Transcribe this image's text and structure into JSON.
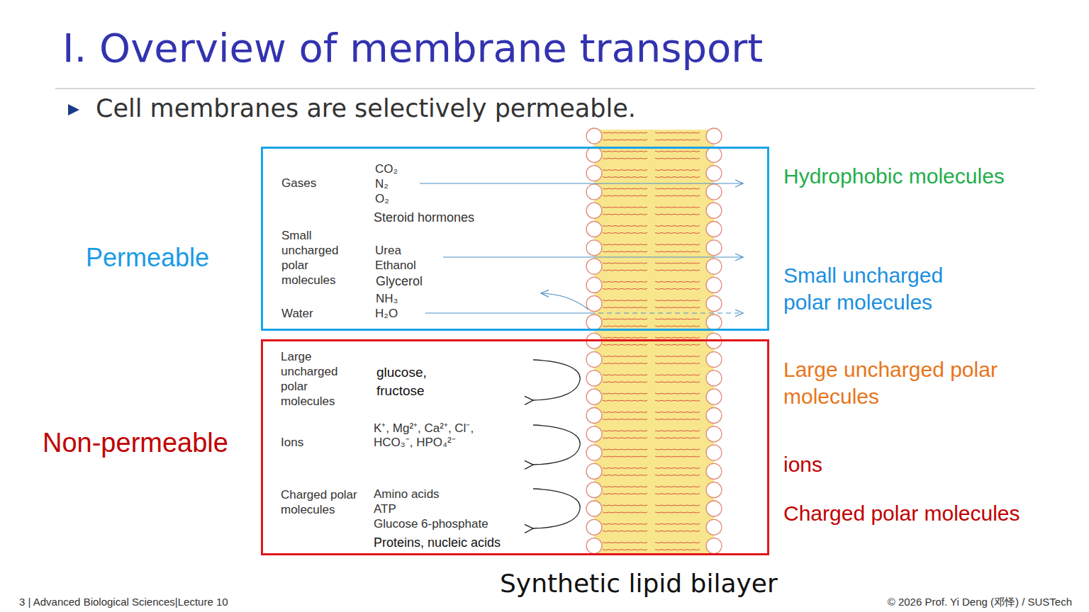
{
  "diagram": {
    "title": "I. Overview of membrane transport",
    "nodes": [
      {
        "text": [
          "Permeable"
        ]
      },
      {
        "text": [
          "Non-permeable"
        ]
      }
    ],
    "labels": [
      "Cell membranes are selectively permeable.",
      "Gases",
      "CO₂",
      "N₂",
      "O₂",
      "Steroid hormones",
      "Small uncharged polar molecules",
      "Urea",
      "Ethanol",
      "Glycerol",
      "NH₃",
      "Water",
      "H₂O",
      "Large uncharged polar molecules",
      "glucose, fructose",
      "Ions",
      "K⁺, Mg²⁺, Ca²⁺, Cl⁻, HCO₃⁻, HPO₄²⁻",
      "Charged polar molecules",
      "Amino acids",
      "ATP",
      "Glucose 6-phosphate",
      "Proteins, nucleic acids",
      "Hydrophobic molecules",
      "Small uncharged polar molecules",
      "Large uncharged polar molecules",
      "ions",
      "Charged polar molecules",
      "Synthetic lipid bilayer",
      "3 | Advanced Biological Sciences|Lecture 10",
      "© 2026 Prof. Yi Deng (邓怿) / SUSTech"
    ]
  }
}
